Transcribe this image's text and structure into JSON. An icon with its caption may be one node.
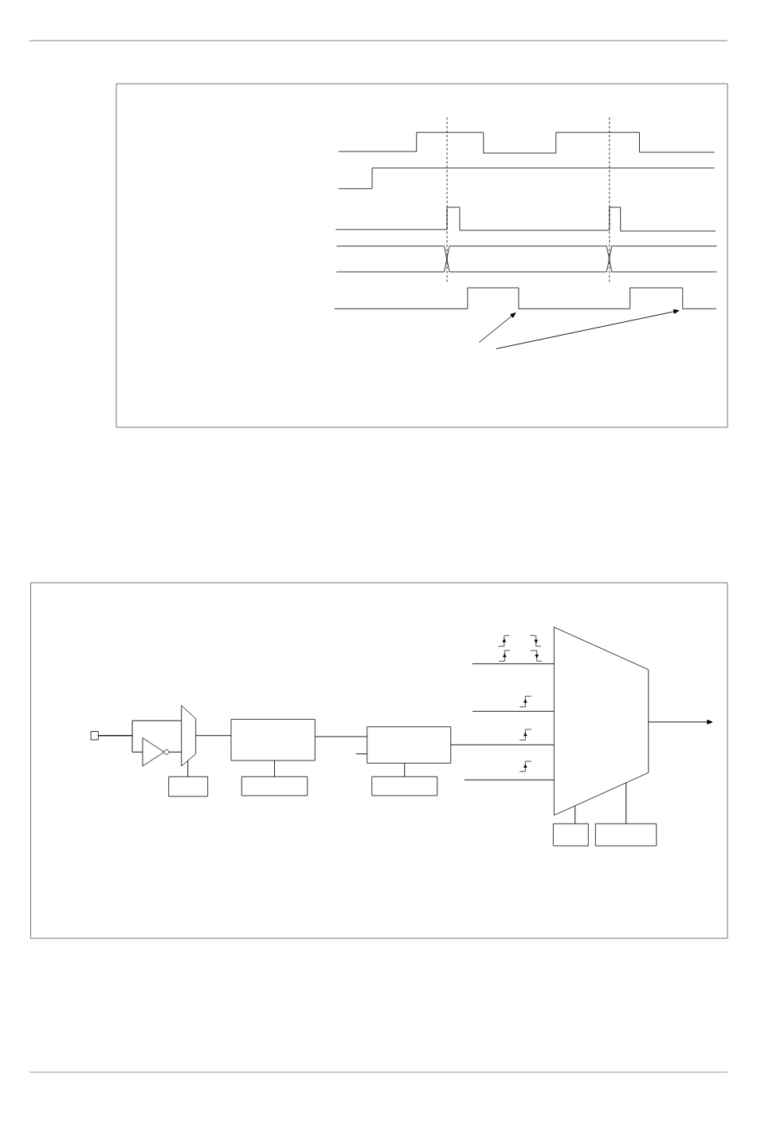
{
  "diagram": {
    "nodes": [
      {
        "text": [],
        "shape": "waveform"
      },
      {
        "text": [],
        "shape": "box"
      },
      {
        "text": [],
        "shape": "triangle"
      },
      {
        "text": [],
        "shape": "trapezoid"
      },
      {
        "text": [],
        "shape": "box"
      },
      {
        "text": [],
        "shape": "box"
      },
      {
        "text": [],
        "shape": "box"
      },
      {
        "text": [],
        "shape": "box"
      },
      {
        "text": [],
        "shape": "box"
      },
      {
        "text": [],
        "shape": "trapezoid"
      },
      {
        "text": [],
        "shape": "box"
      },
      {
        "text": [],
        "shape": "box"
      }
    ],
    "edges": [
      {
        "from": null,
        "to": 0,
        "arrow": "to"
      },
      {
        "from": null,
        "to": 0,
        "arrow": "to"
      },
      {
        "from": 1,
        "to": 3,
        "arrow": "none"
      },
      {
        "from": 1,
        "to": 2,
        "arrow": "none"
      },
      {
        "from": 2,
        "to": 3,
        "arrow": "none"
      },
      {
        "from": 4,
        "to": 3,
        "arrow": "none"
      },
      {
        "from": 3,
        "to": 5,
        "arrow": "none"
      },
      {
        "from": 6,
        "to": 5,
        "arrow": "none"
      },
      {
        "from": 5,
        "to": 7,
        "arrow": "none"
      },
      {
        "from": null,
        "to": 7,
        "arrow": "none"
      },
      {
        "from": 8,
        "to": 7,
        "arrow": "none"
      },
      {
        "from": null,
        "to": 9,
        "arrow": "none"
      },
      {
        "from": null,
        "to": 9,
        "arrow": "none"
      },
      {
        "from": 7,
        "to": 9,
        "arrow": "none"
      },
      {
        "from": null,
        "to": 9,
        "arrow": "none"
      },
      {
        "from": 10,
        "to": 9,
        "arrow": "none"
      },
      {
        "from": 11,
        "to": 9,
        "arrow": "none"
      },
      {
        "from": 9,
        "to": null,
        "arrow": "to"
      }
    ]
  }
}
